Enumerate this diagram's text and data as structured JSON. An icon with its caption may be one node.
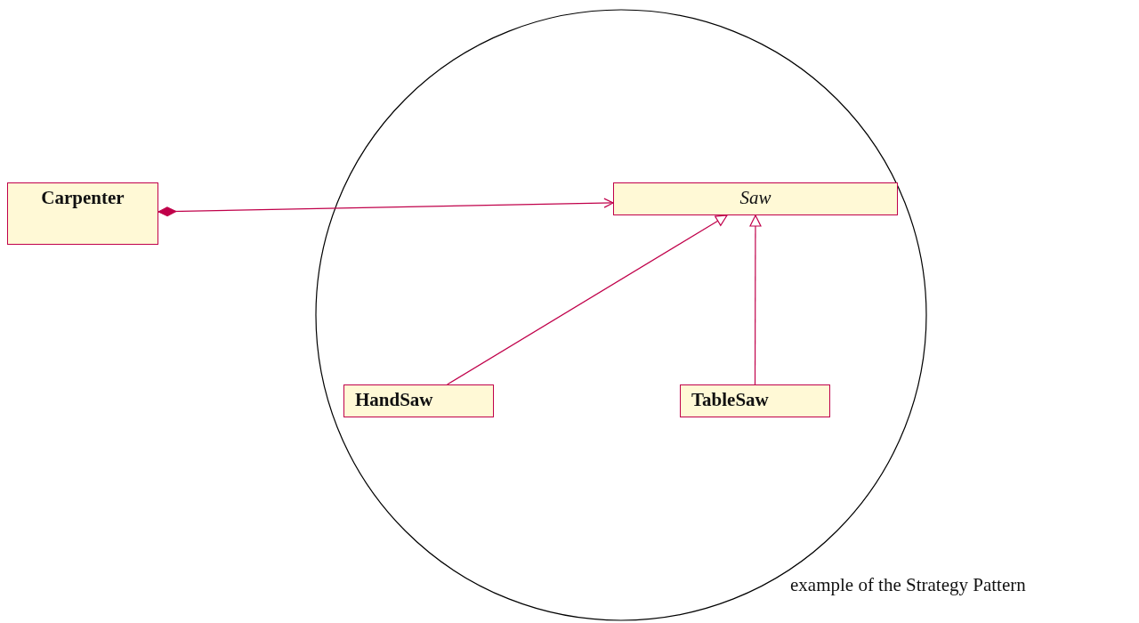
{
  "diagram": {
    "caption": "example of the Strategy Pattern",
    "nodes": [
      {
        "text": [
          "Carpenter"
        ]
      },
      {
        "text": [],
        "shape": "circle"
      },
      {
        "text": [
          "Saw"
        ],
        "in": 1
      },
      {
        "text": [
          "HandSaw"
        ],
        "in": 1
      },
      {
        "text": [
          "TableSaw"
        ],
        "in": 1
      }
    ],
    "edges": [
      {
        "from": 0,
        "to": 2,
        "arrow": "to"
      },
      {
        "from": 3,
        "to": 2,
        "arrow": "to"
      },
      {
        "from": 4,
        "to": 2,
        "arrow": "to"
      }
    ]
  }
}
